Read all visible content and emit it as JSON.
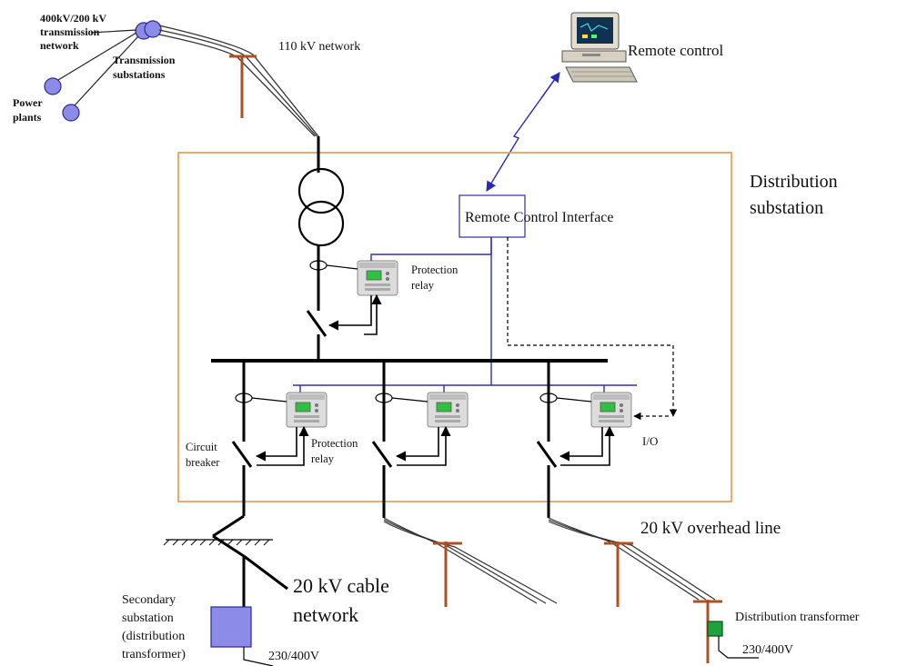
{
  "labels": {
    "transmission_network": [
      "400kV/200 kV",
      "transmission",
      "network"
    ],
    "transmission_substations": [
      "Transmission",
      "substations"
    ],
    "power_plants": [
      "Power",
      "plants"
    ],
    "network_110kv": "110 kV network",
    "remote_control": "Remote control",
    "distribution_substation": [
      "Distribution",
      "substation"
    ],
    "remote_control_interface": "Remote Control Interface",
    "protection_relay_top": [
      "Protection",
      "relay"
    ],
    "protection_relay_bottom": [
      "Protection",
      "relay"
    ],
    "circuit_breaker": [
      "Circuit",
      "breaker"
    ],
    "io": "I/O",
    "overhead_line_20kv": "20 kV overhead line",
    "cable_network_20kv": [
      "20 kV cable",
      "network"
    ],
    "secondary_substation": [
      "Secondary",
      "substation",
      "(distribution",
      "transformer)"
    ],
    "voltage_secondary": "230/400V",
    "distribution_transformer": "Distribution transformer",
    "voltage_distribution": "230/400V"
  },
  "colors": {
    "substation_border": "#e8a060",
    "power_plant_circle": "#8c8ce8",
    "control_link": "#2a2ab0",
    "relay_bus": "#3030a0",
    "pole": "#b05020",
    "secondary_box": "#8c8ce8",
    "distribution_transformer_box": "#22a040",
    "relay_display": "#30c040"
  },
  "icons": {
    "computer": "computer-icon",
    "relay": "protection-relay-icon",
    "transformer": "transformer-icon"
  }
}
